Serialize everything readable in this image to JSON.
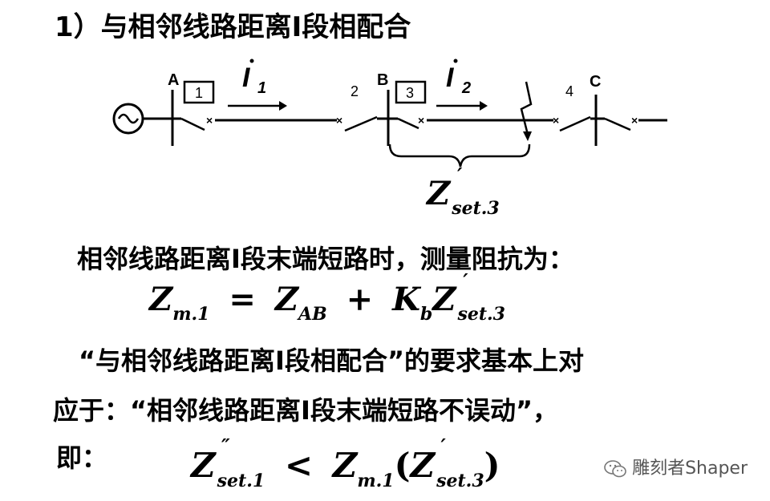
{
  "heading": "1）与相邻线路距离Ⅰ段相配合",
  "diagram": {
    "bus_labels": [
      "A",
      "B",
      "C"
    ],
    "breaker_numbers": [
      "2",
      "4"
    ],
    "boxed_labels": [
      "1",
      "3"
    ],
    "current_1": {
      "symbol": "I",
      "subscript": "1"
    },
    "current_2": {
      "symbol": "I",
      "subscript": "2"
    },
    "zone_label": {
      "symbol": "Z",
      "prime": "′",
      "subscript": "set.3"
    }
  },
  "text_line1": "相邻线路距离Ⅰ段末端短路时，测量阻抗为：",
  "equation1": {
    "lhs": "Z",
    "lhs_sub": "m.1",
    "eq": "=",
    "t1": "Z",
    "t1_sub": "AB",
    "plus": "+",
    "t2": "K",
    "t2_sub": "b",
    "t3": "Z",
    "t3_prime": "′",
    "t3_sub": "set.3"
  },
  "text_line2": "“与相邻线路距离Ⅰ段相配合”的要求基本上对",
  "text_line3": "应于：“相邻线路距离Ⅰ段末端短路不误动”，",
  "text_line4": "即：",
  "equation2": {
    "lhs": "Z",
    "lhs_prime": "″",
    "lhs_sub": "set.1",
    "lt": "<",
    "rhs": "Z",
    "rhs_sub": "m.1",
    "lparen": "(",
    "arg": "Z",
    "arg_prime": "′",
    "arg_sub": "set.3",
    "rparen": ")"
  },
  "watermark": "雕刻者Shaper"
}
